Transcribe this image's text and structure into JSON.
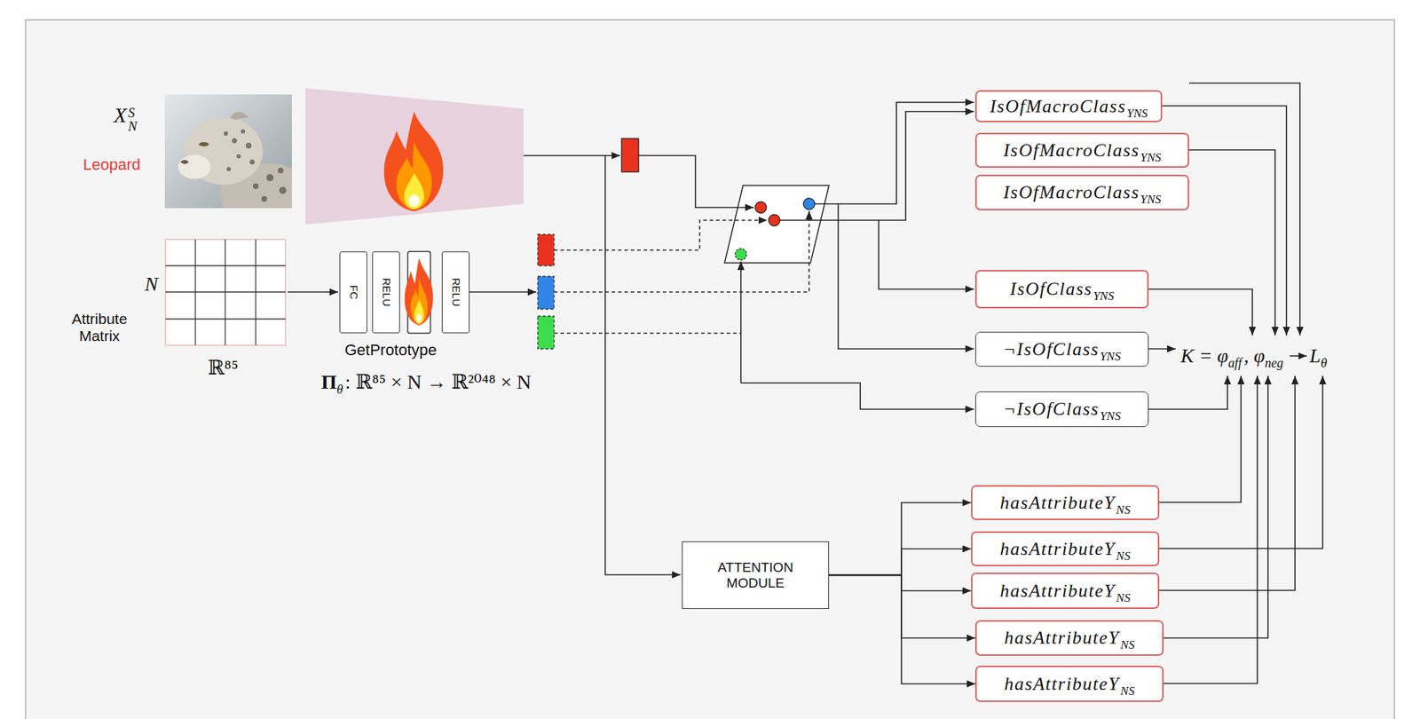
{
  "diagram": {
    "nodes": [
      {
        "text": [
          "FC"
        ]
      },
      {
        "text": [
          "RELU"
        ]
      },
      {
        "text": [
          "RELU"
        ]
      },
      {
        "text": [
          "IsOfMacroClass",
          "YNS"
        ]
      },
      {
        "text": [
          "IsOfMacroClass",
          "YNS"
        ]
      },
      {
        "text": [
          "IsOfMacroClass",
          "YNS"
        ]
      },
      {
        "text": [
          "IsOfClass",
          "YNS"
        ]
      },
      {
        "text": [
          "¬IsOfClass",
          "YNS"
        ]
      },
      {
        "text": [
          "¬IsOfClass",
          "YNS"
        ]
      },
      {
        "text": [
          "ATTENTION MODULE"
        ]
      },
      {
        "text": [
          "hasAttributeY",
          "NS"
        ]
      },
      {
        "text": [
          "hasAttributeY",
          "NS"
        ]
      },
      {
        "text": [
          "hasAttributeY",
          "NS"
        ]
      },
      {
        "text": [
          "hasAttributeY",
          "NS"
        ]
      },
      {
        "text": [
          "hasAttributeY",
          "NS"
        ]
      }
    ],
    "edges": [
      {
        "from": 9,
        "to": 10,
        "arrow": "to"
      },
      {
        "from": 9,
        "to": 11,
        "arrow": "to"
      },
      {
        "from": 9,
        "to": 12,
        "arrow": "to"
      },
      {
        "from": 9,
        "to": 13,
        "arrow": "to"
      },
      {
        "from": 9,
        "to": 14,
        "arrow": "to"
      }
    ],
    "labels": [
      "X",
      "S",
      "N",
      "Leopard",
      "N",
      "Attribute Matrix",
      "ℝ⁸⁵",
      "GetPrototype",
      "Π",
      "θ",
      ": ℝ⁸⁵ × N → ℝ²⁰⁴⁸ × N",
      "K = φ",
      "aff",
      ", φ",
      "neg",
      "L",
      "θ"
    ]
  }
}
